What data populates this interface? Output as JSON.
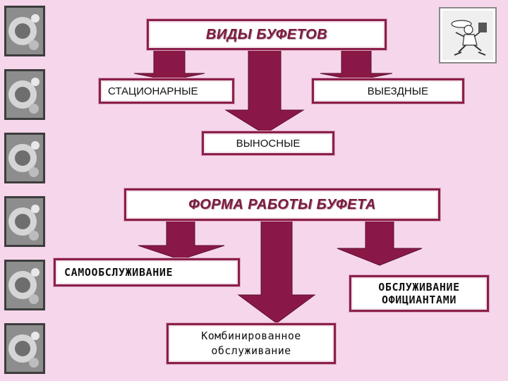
{
  "section1": {
    "title": "ВИДЫ БУФЕТОВ",
    "items": {
      "stationary": "СТАЦИОНАРНЫЕ",
      "field": "ВЫЕЗДНЫЕ",
      "carryout": "ВЫНОСНЫЕ"
    }
  },
  "section2": {
    "title": "ФОРМА РАБОТЫ БУФЕТА",
    "items": {
      "self_service": "САМООБСЛУЖИВАНИЕ",
      "waiter_line1": "ОБСЛУЖИВАНИЕ",
      "waiter_line2": "ОФИЦИАНТАМИ",
      "combined_line1": "Комбинированное",
      "combined_line2": "обслуживание"
    }
  },
  "icons": {
    "strip": "dish-photo-icon",
    "corner": "chef-running-icon"
  },
  "colors": {
    "background": "#f6d6ea",
    "accent": "#8c1f4a",
    "title_text": "#7a1d3f"
  }
}
